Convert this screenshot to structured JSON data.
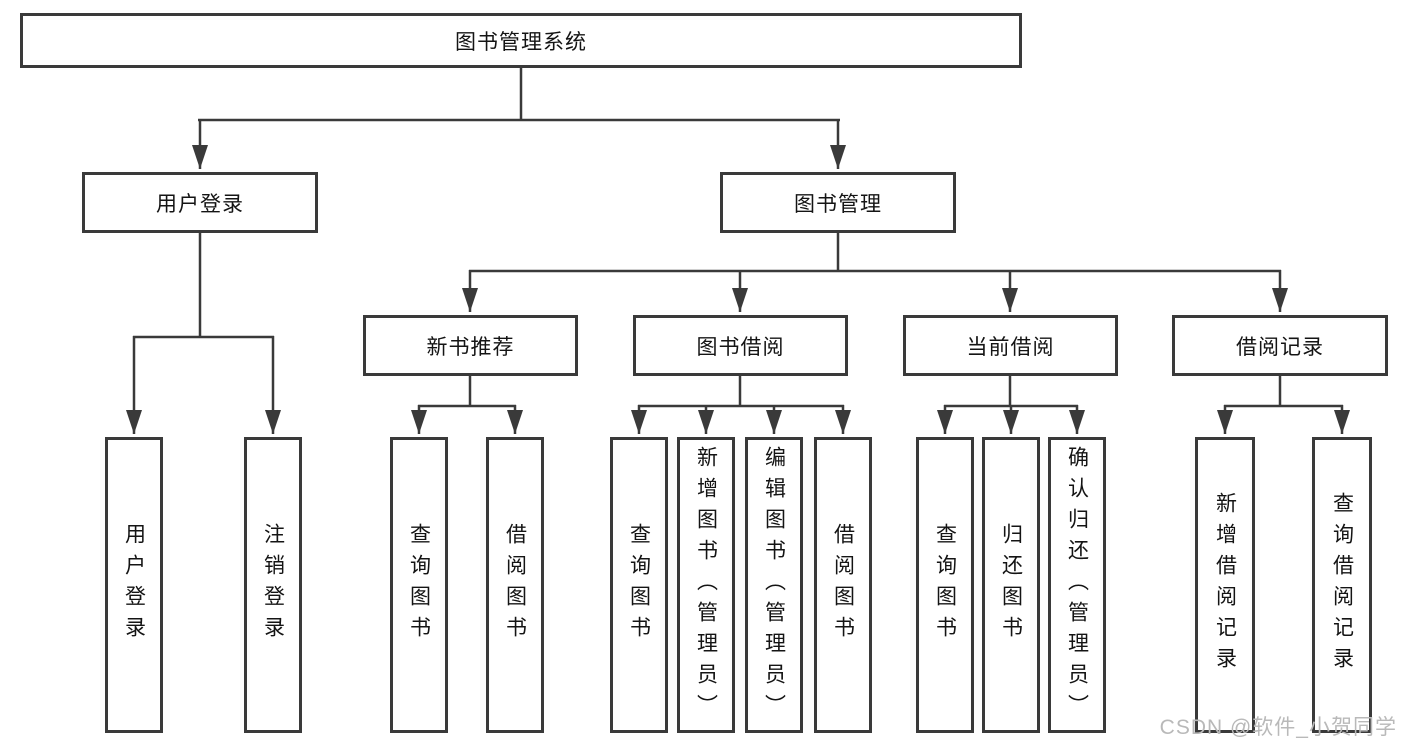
{
  "diagram": {
    "title": "图书管理系统",
    "level2": [
      {
        "label": "用户登录"
      },
      {
        "label": "图书管理"
      }
    ],
    "level3": [
      {
        "label": "新书推荐",
        "parent": "图书管理"
      },
      {
        "label": "图书借阅",
        "parent": "图书管理"
      },
      {
        "label": "当前借阅",
        "parent": "图书管理"
      },
      {
        "label": "借阅记录",
        "parent": "图书管理"
      }
    ],
    "leaves": [
      {
        "label": "用户登录",
        "parent": "用户登录"
      },
      {
        "label": "注销登录",
        "parent": "用户登录"
      },
      {
        "label": "查询图书",
        "parent": "新书推荐"
      },
      {
        "label": "借阅图书",
        "parent": "新书推荐"
      },
      {
        "label": "查询图书",
        "parent": "图书借阅"
      },
      {
        "label": "新增图书（管理员）",
        "parent": "图书借阅"
      },
      {
        "label": "编辑图书（管理员）",
        "parent": "图书借阅"
      },
      {
        "label": "借阅图书",
        "parent": "图书借阅"
      },
      {
        "label": "查询图书",
        "parent": "当前借阅"
      },
      {
        "label": "归还图书",
        "parent": "当前借阅"
      },
      {
        "label": "确认归还（管理员）",
        "parent": "当前借阅"
      },
      {
        "label": "新增借阅记录",
        "parent": "借阅记录"
      },
      {
        "label": "查询借阅记录",
        "parent": "借阅记录"
      }
    ],
    "watermark": "CSDN @软件_小贺同学",
    "colors": {
      "line": "#3a3a3a",
      "box_border": "#3a3a3a",
      "box_fill": "#ffffff",
      "text": "#141414",
      "watermark": "#b9b9b9"
    }
  }
}
